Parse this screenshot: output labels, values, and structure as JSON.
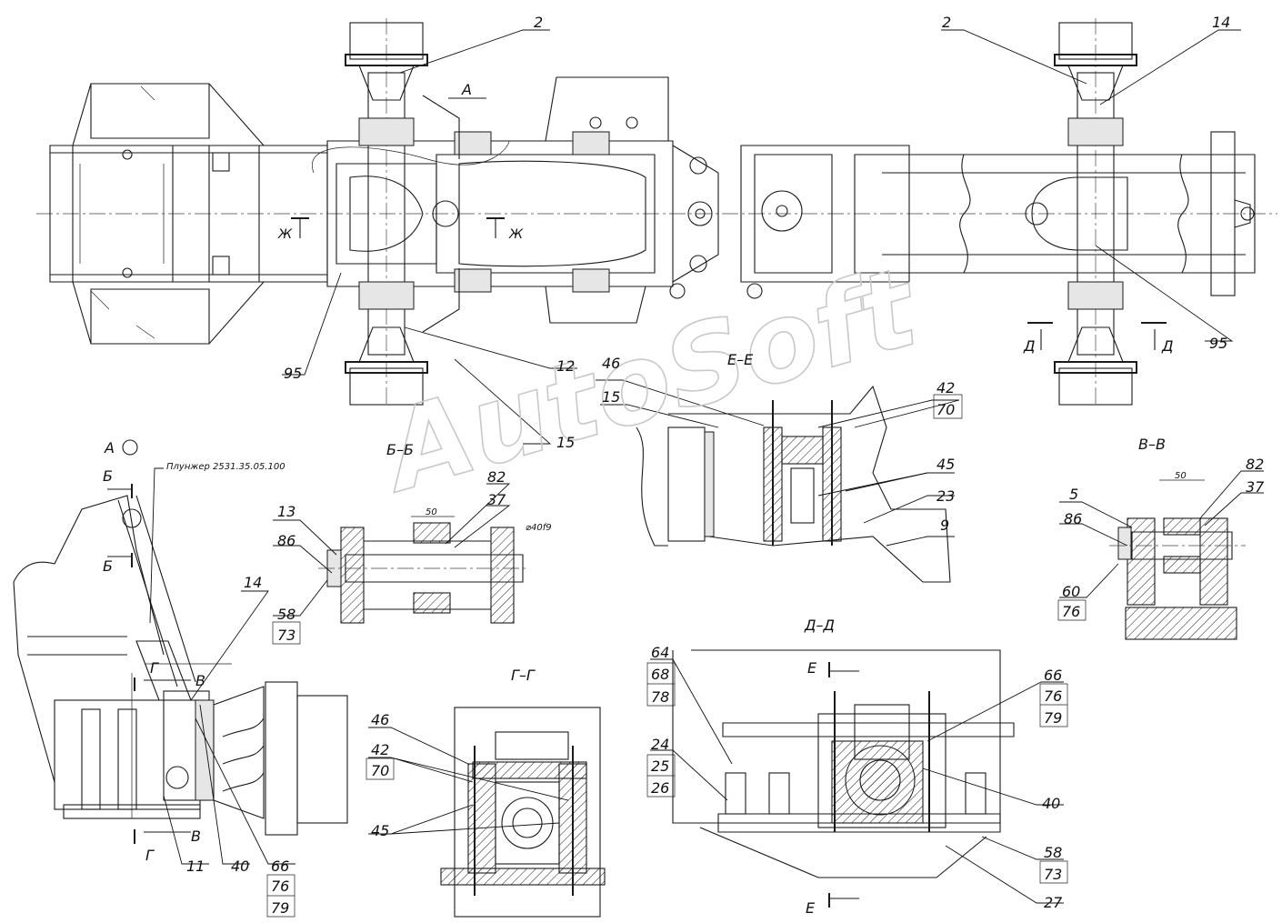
{
  "colors": {
    "line": "#1a1a1a",
    "watermark": "#c9c9c9",
    "background": "#ffffff"
  },
  "watermark": "AutoSoft",
  "section_titles": {
    "bb": "Б–Б",
    "vv": "В–В",
    "gg": "Г–Г",
    "dd": "Д–Д",
    "ee": "Е–Е",
    "view_a": "А"
  },
  "section_marks": {
    "a": "А",
    "b": "Б",
    "v": "В",
    "g": "Г",
    "d": "Д",
    "e": "Е",
    "zh": "Ж"
  },
  "notes": {
    "plunger": "Плунжер 2531.35.05.100",
    "dim_50": "50",
    "dia_40": "⌀40f9"
  },
  "callouts": {
    "c2": "2",
    "c5": "5",
    "c9": "9",
    "c11": "11",
    "c12": "12",
    "c13": "13",
    "c14": "14",
    "c15": "15",
    "c23": "23",
    "c24": "24",
    "c25": "25",
    "c26": "26",
    "c27": "27",
    "c37": "37",
    "c40": "40",
    "c42": "42",
    "c45": "45",
    "c46": "46",
    "c58": "58",
    "c60": "60",
    "c64": "64",
    "c66": "66",
    "c68": "68",
    "c70": "70",
    "c73": "73",
    "c76": "76",
    "c78": "78",
    "c79": "79",
    "c82": "82",
    "c86": "86",
    "c95": "95"
  }
}
